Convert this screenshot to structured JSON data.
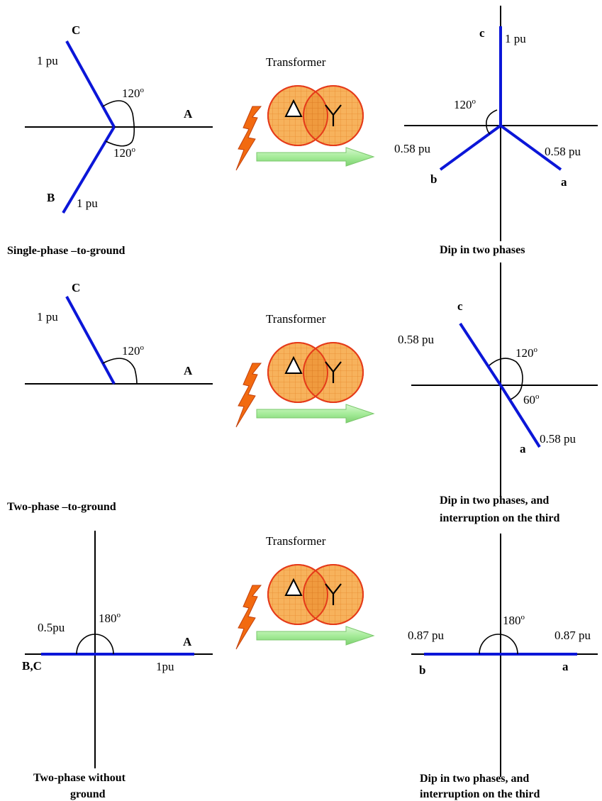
{
  "transformer": {
    "title": "Transformer",
    "delta_symbol": "Δ",
    "wye_symbol": "Y",
    "colors": {
      "circle_fill": "#f7b25c",
      "circle_stroke": "#e53b1a",
      "bolt": "#f26a10",
      "arrow": "#a6ec9a"
    }
  },
  "phase_color": "#0b16d8",
  "rows": [
    {
      "left": {
        "labels": {
          "A": "A",
          "B": "B",
          "C": "C"
        },
        "mags": {
          "c": "1 pu",
          "b": "1 pu"
        },
        "angles": {
          "upper": "120",
          "lower": "120"
        },
        "caption": [
          "Single-phase –to-ground"
        ]
      },
      "right": {
        "labels": {
          "a": "a",
          "b": "b",
          "c": "c"
        },
        "mags": {
          "c": "1 pu",
          "b": "0.58 pu",
          "a": "0.58 pu"
        },
        "angle": "120",
        "caption": [
          "Dip in two phases"
        ]
      }
    },
    {
      "left": {
        "labels": {
          "A": "A",
          "C": "C"
        },
        "mags": {
          "c": "1 pu"
        },
        "angle": "120",
        "caption": [
          "Two-phase –to-ground"
        ]
      },
      "right": {
        "labels": {
          "a": "a",
          "c": "c"
        },
        "mags": {
          "c": "0.58 pu",
          "a": "0.58 pu"
        },
        "angles": {
          "upper": "120",
          "lower": "60"
        },
        "caption": [
          "Dip in two phases, and",
          "interruption on the third"
        ]
      }
    },
    {
      "left": {
        "labels": {
          "A": "A",
          "BC": "B,C"
        },
        "mags": {
          "bc": "0.5pu",
          "a": "1pu"
        },
        "angle": "180",
        "caption": [
          "Two-phase without",
          "ground"
        ]
      },
      "right": {
        "labels": {
          "a": "a",
          "b": "b"
        },
        "mags": {
          "b": "0.87 pu",
          "a": "0.87 pu"
        },
        "angle": "180",
        "caption": [
          "Dip in two phases, and",
          "interruption on the third"
        ]
      }
    }
  ]
}
